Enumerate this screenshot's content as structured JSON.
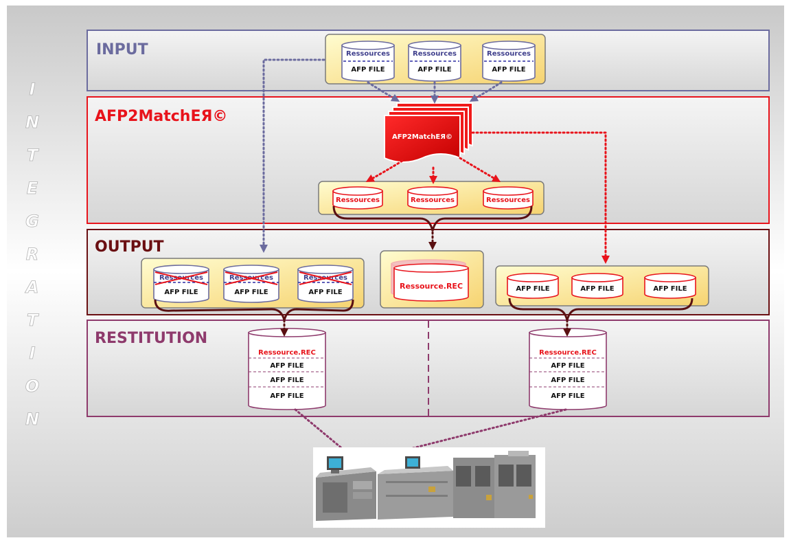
{
  "side_title": [
    "I",
    "N",
    "T",
    "E",
    "G",
    "R",
    "A",
    "T",
    "I",
    "O",
    "N"
  ],
  "sections": {
    "input": "INPUT",
    "engine": "AFP2MatchEЯ©",
    "output": "OUTPUT",
    "restitution": "RESTITUTION"
  },
  "engine_doc_label": "AFP2MatchEЯ©",
  "labels": {
    "ressources": "Ressources",
    "afp_file": "AFP FILE",
    "ressource_rec": "Ressource.REC"
  },
  "colors": {
    "input": "#6b6b9e",
    "engine": "#e8131b",
    "output": "#6a0f12",
    "restitution": "#8e3a6c",
    "panel_fill": "#fbf3a8"
  },
  "printer_icon": "production-printer-image"
}
